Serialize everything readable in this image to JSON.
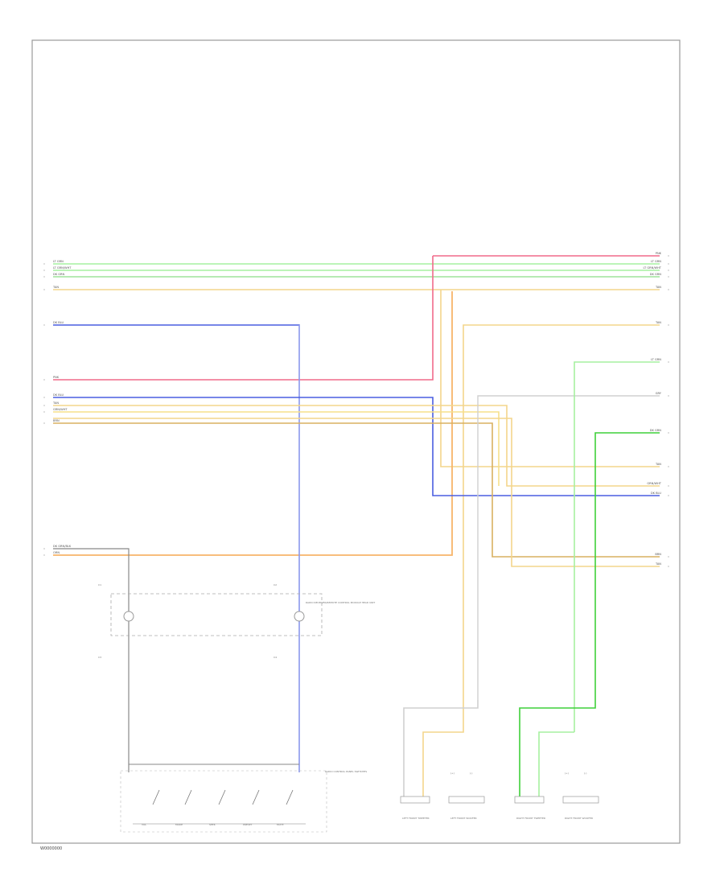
{
  "footer_code": "W0000000",
  "colors": {
    "lt_green": "#a6f0a0",
    "green": "#3fd03a",
    "lt_green_wht": "#c8f0c0",
    "dk_green": "#9ee39a",
    "tan": "#f3d58c",
    "pink": "#f06a8a",
    "blue": "#4a5ee0",
    "lt_blue": "#9aa4ee",
    "orange": "#f7b46a",
    "gray": "#c8c8c8",
    "tan_blk": "#e8c070",
    "yellow": "#f6e08a",
    "dk_tan": "#d9b060"
  },
  "wire_labels": {
    "top_left": [
      "LT GRN",
      "LT GRN/WHT",
      "DK GRN",
      "TAN"
    ],
    "top_right": [
      "PNK",
      "LT GRN",
      "LT GRN/WHT",
      "DK GRN",
      "TAN"
    ],
    "left_blue": "DK BLU",
    "left_pink": "PNK",
    "left_group": [
      "DK BLU",
      "TAN",
      "GRN/WHT",
      "BRN"
    ],
    "left_bottom": [
      "DK GRN/BLK",
      "ORN"
    ],
    "right_group": [
      "TAN",
      "LT GRN",
      "GRY",
      "DK GRN",
      "TAN",
      "GRN/WHT",
      "DK BLU",
      "BRN",
      "TAN"
    ]
  },
  "connector_labels": [
    "C1",
    "C2",
    "C3",
    "C4"
  ],
  "module_text": "RADIO RECEIVER/REMOTE CONTROL MODULE HEAD UNIT",
  "switch_text": "RADIO CONTROL PANEL SWITCHES",
  "switch_labels": [
    "VOL",
    "MODE",
    "SEEK",
    "PRESET",
    "MUTE"
  ],
  "speakers": [
    "LEFT FRONT TWEETER",
    "LEFT FRONT WOOFER",
    "RIGHT FRONT TWEETER",
    "RIGHT FRONT WOOFER"
  ],
  "speaker_pins": [
    "(+)",
    "(-)"
  ]
}
